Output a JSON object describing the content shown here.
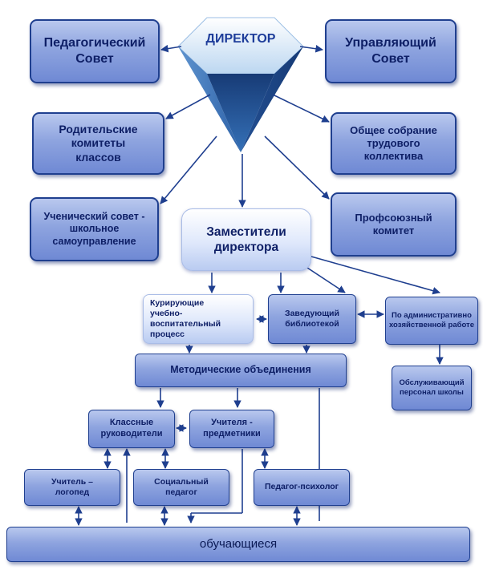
{
  "nodes": {
    "director": "ДИРЕКТОР",
    "ped_council": "Педагогический\nСовет",
    "gov_council": "Управляющий\nСовет",
    "parent_committees": "Родительские\nкомитеты\nклассов",
    "general_meeting": "Общее собрание\nтрудового\nколлектива",
    "student_council": "Ученический совет -\nшкольное\nсамоуправление",
    "trade_union": "Профсоюзный\nкомитет",
    "deputies": "Заместители\nдиректора",
    "curators": "Курирующие\nучебно-\nвоспитательный\nпроцесс",
    "librarian": "Заведующий\nбиблиотекой",
    "admin_econ": "По административно\nхозяйственной работе",
    "service_staff": "Обслуживающий\nперсонал школы",
    "methodical": "Методические объединения",
    "class_teachers": "Классные\nруководители",
    "subject_teachers": "Учителя -\nпредметники",
    "speech_therapist": "Учитель –\nлогопед",
    "social_pedagogue": "Социальный\nпедагог",
    "psychologist": "Педагог-психолог",
    "students": "обучающиеся"
  },
  "colors": {
    "line": "#1f3f8f",
    "box_border": "#1f3f8f",
    "text": "#0e1f66",
    "diamond_top": "#cfe4f7",
    "diamond_body": "#2e62a8"
  }
}
